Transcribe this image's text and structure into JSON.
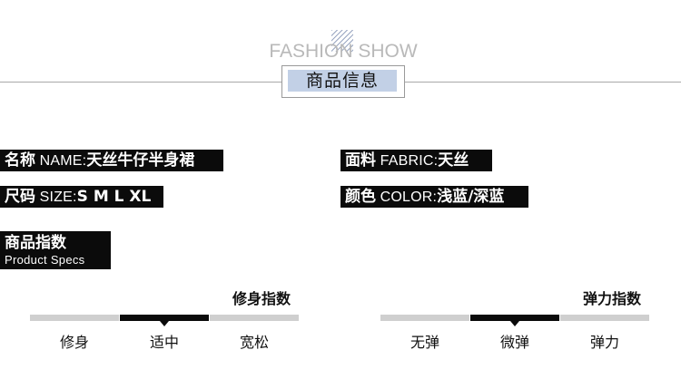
{
  "header": {
    "title_en": "FASHION SHOW",
    "title_cn": "商品信息"
  },
  "specs": {
    "name": {
      "key": "名称",
      "label": " NAME:",
      "value": "天丝牛仔半身裙"
    },
    "size": {
      "key": "尺码",
      "label": " SIZE:",
      "value": "S M L XL"
    },
    "fabric": {
      "key": "面料",
      "label": " FABRIC:",
      "value": "天丝"
    },
    "color": {
      "key": "颜色",
      "label": " COLOR:",
      "value": "浅蓝/深蓝"
    }
  },
  "product_specs": {
    "title_cn": "商品指数",
    "title_en": "Product Specs"
  },
  "fit_meter": {
    "title": "修身指数",
    "options": [
      "修身",
      "适中",
      "宽松"
    ],
    "selected_index": 1
  },
  "stretch_meter": {
    "title": "弹力指数",
    "options": [
      "无弹",
      "微弹",
      "弹力"
    ],
    "selected_index": 1
  },
  "colors": {
    "tag_bg": "#0b0b0b",
    "accent_box": "#c2d0e6",
    "meter_inactive": "#cfcfcf",
    "meter_active": "#0b0b0b"
  }
}
